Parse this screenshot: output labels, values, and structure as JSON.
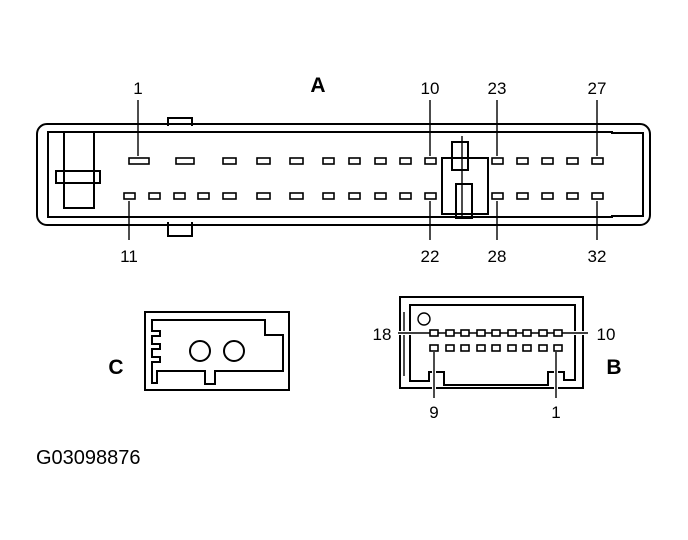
{
  "connectors": {
    "a": {
      "letter": "A",
      "pin_labels": {
        "p1": "1",
        "p10": "10",
        "p23": "23",
        "p27": "27",
        "p11": "11",
        "p22": "22",
        "p28": "28",
        "p32": "32"
      }
    },
    "b": {
      "letter": "B",
      "pin_labels": {
        "p18": "18",
        "p10": "10",
        "p9": "9",
        "p1": "1"
      }
    },
    "c": {
      "letter": "C"
    }
  },
  "figure_ref": "G03098876"
}
